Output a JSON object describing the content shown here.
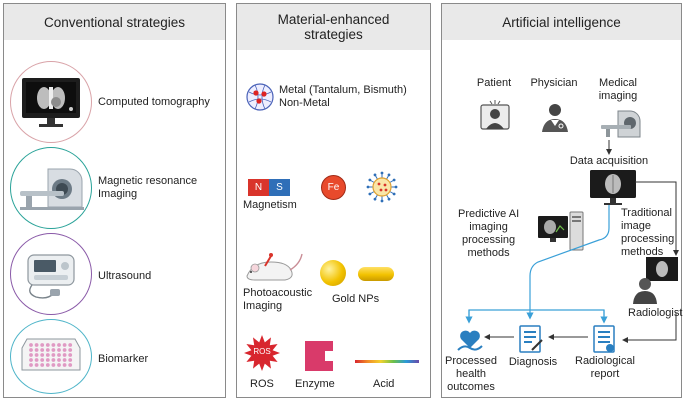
{
  "panels": {
    "conventional": {
      "title": "Conventional strategies",
      "items": [
        {
          "label": "Computed tomography",
          "ring": "#d9a3a8"
        },
        {
          "label": "Magnetic resonance\nImaging",
          "ring": "#2aa399"
        },
        {
          "label": "Ultrasound",
          "ring": "#8a5aa8"
        },
        {
          "label": "Biomarker",
          "ring": "#4fb5c9"
        }
      ]
    },
    "material": {
      "title": "Material-enhanced\nstrategies",
      "metal_label": "Metal (Tantalum, Bismuth)\nNon-Metal",
      "magnet_n": "N",
      "magnet_s": "S",
      "magnetism_label": "Magnetism",
      "fe_label": "Fe",
      "photoacoustic_label": "Photoacoustic\nImaging",
      "gold_label": "Gold NPs",
      "ros_badge": "ROS",
      "ros_label": "ROS",
      "enzyme_label": "Enzyme",
      "acid_label": "Acid"
    },
    "ai": {
      "title": "Artificial intelligence",
      "patient": "Patient",
      "physician": "Physician",
      "medical_imaging": "Medical\nimaging",
      "data_acquisition": "Data acquisition",
      "predictive": "Predictive AI\nimaging\nprocessing\nmethods",
      "traditional": "Traditional\nimage\nprocessing\nmethods",
      "radiologist": "Radiologist",
      "outcomes": "Processed\nhealth\noutcomes",
      "diagnosis": "Diagnosis",
      "report": "Radiological\nreport"
    }
  },
  "colors": {
    "panel_header": "#e9e9e9",
    "flow_blue": "#3aa0d8",
    "flow_dark": "#333333",
    "magnet_red": "#d9342b",
    "magnet_blue": "#2f6fb8",
    "gold": "#f2c200",
    "ros_red": "#d8262e",
    "enzyme_pink": "#d93a6a"
  }
}
